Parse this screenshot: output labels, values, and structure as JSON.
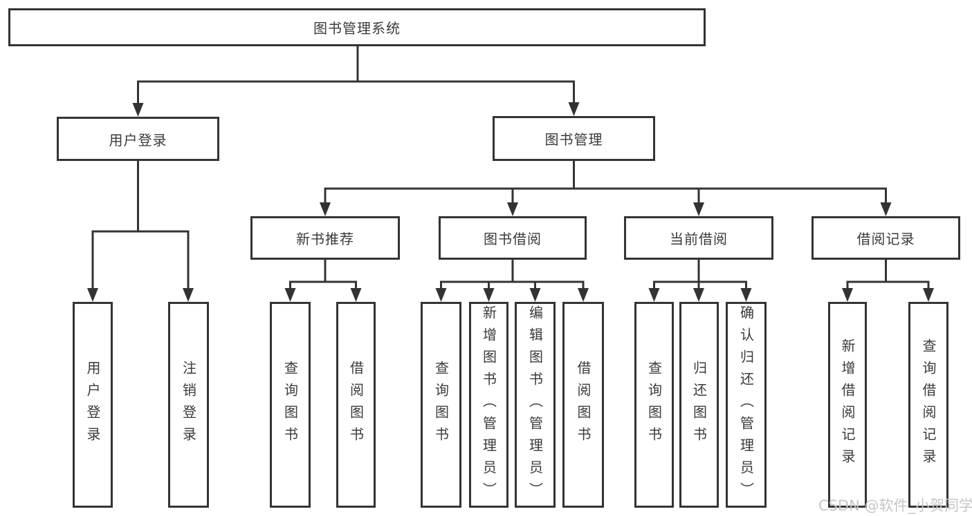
{
  "diagram": {
    "root": {
      "label": "图书管理系统"
    },
    "level2": [
      {
        "label": "用户登录"
      },
      {
        "label": "图书管理"
      }
    ],
    "level3": [
      {
        "label": "新书推荐"
      },
      {
        "label": "图书借阅"
      },
      {
        "label": "当前借阅"
      },
      {
        "label": "借阅记录"
      }
    ],
    "leaves": [
      {
        "label": "用户登录"
      },
      {
        "label": "注销登录"
      },
      {
        "label": "查询图书"
      },
      {
        "label": "借阅图书"
      },
      {
        "label": "查询图书"
      },
      {
        "label": "新增图书（管理员）"
      },
      {
        "label": "编辑图书（管理员）"
      },
      {
        "label": "借阅图书"
      },
      {
        "label": "查询图书"
      },
      {
        "label": "归还图书"
      },
      {
        "label": "确认归还（管理员）"
      },
      {
        "label": "新增借阅记录"
      },
      {
        "label": "查询借阅记录"
      }
    ]
  },
  "watermark": {
    "text": "CSDN @软件_小贺同学"
  },
  "colors": {
    "line": "#333333",
    "box_border": "#333333",
    "text": "#3a3a3a",
    "watermark": "#c6c6c6",
    "background": "#ffffff"
  }
}
